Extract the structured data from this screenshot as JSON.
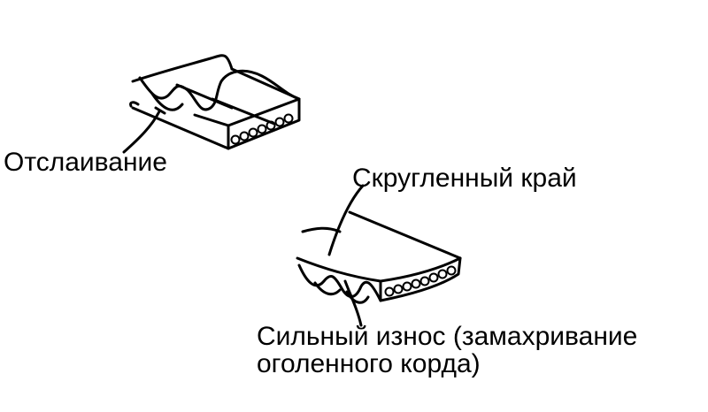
{
  "labels": {
    "peeling": "Отслаивание",
    "rounded_edge": "Скругленный край",
    "severe_wear_line1": "Сильный износ (замахривание",
    "severe_wear_line2": "оголенного корда)"
  },
  "colors": {
    "ink": "#000000",
    "paper": "#ffffff"
  }
}
